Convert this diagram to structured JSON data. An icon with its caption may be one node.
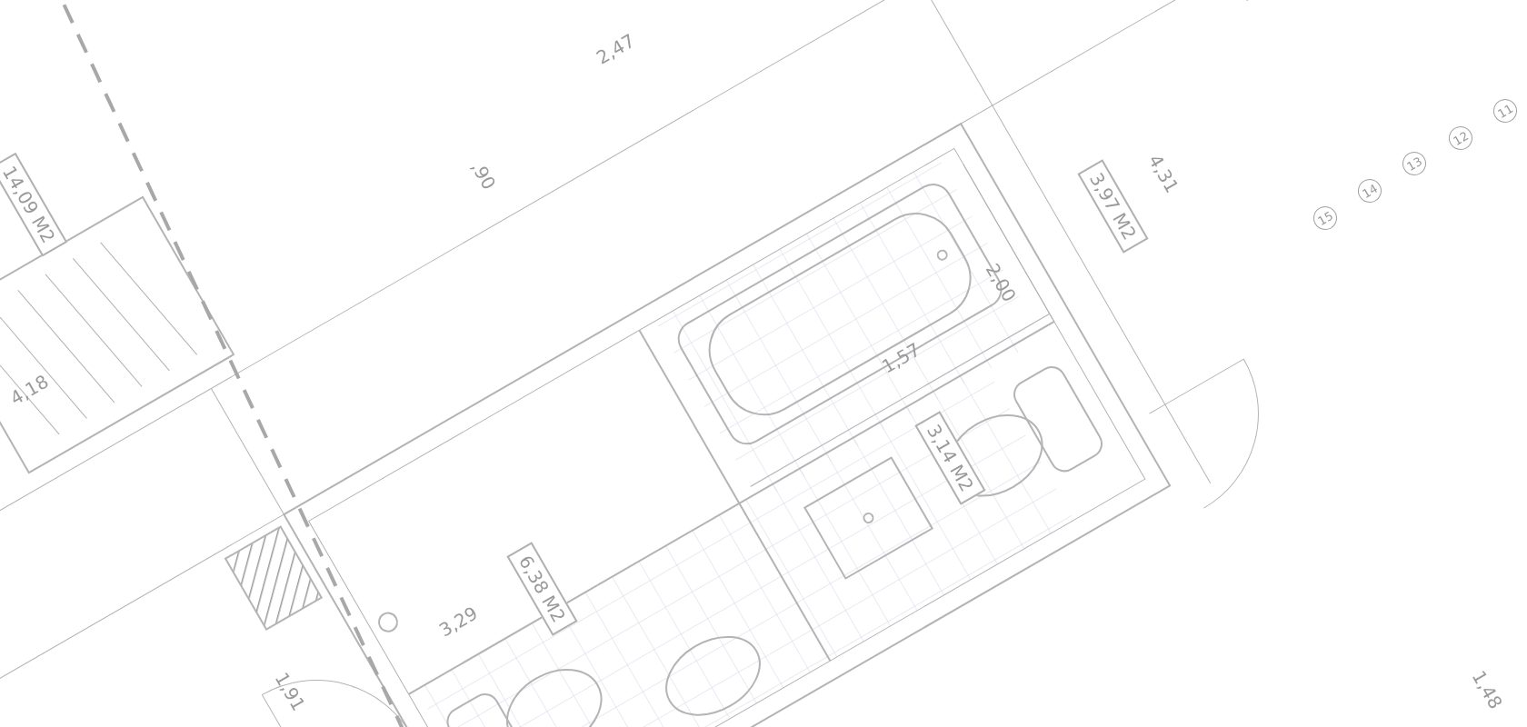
{
  "diagram": {
    "labels": [
      "2,47",
      "14,09 M2",
      ",90",
      "3,97 M2",
      "4,31",
      "11",
      "12",
      "13",
      "14",
      "15",
      "2,00",
      "4,18",
      "1,57",
      "3,14 M2",
      "6,38 M2",
      "3,29",
      "1,91",
      "1,48"
    ]
  }
}
